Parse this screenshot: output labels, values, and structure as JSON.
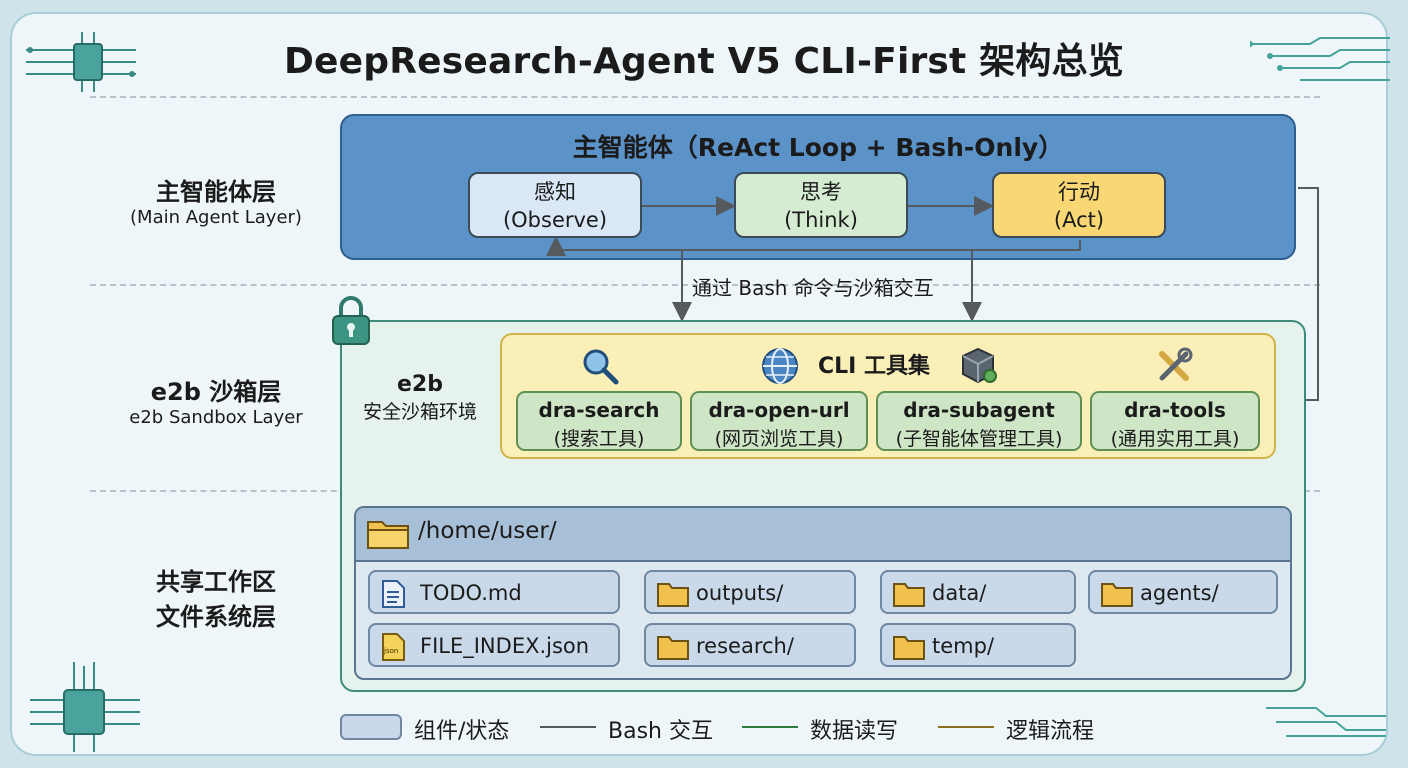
{
  "title": "DeepResearch-Agent V5 CLI-First 架构总览",
  "layers": {
    "main": {
      "zh": "主智能体层",
      "en": "(Main Agent Layer)"
    },
    "sandbox": {
      "zh": "e2b 沙箱层",
      "en": "e2b Sandbox Layer"
    },
    "fs": {
      "zh1": "共享工作区",
      "zh2": "文件系统层"
    }
  },
  "agent": {
    "title": "主智能体（ReAct Loop + Bash-Only）",
    "steps": [
      {
        "zh": "感知",
        "en": "(Observe)",
        "color": "#d9e7f6"
      },
      {
        "zh": "思考",
        "en": "(Think)",
        "color": "#d6ecd2"
      },
      {
        "zh": "行动",
        "en": "(Act)",
        "color": "#f8d774"
      }
    ]
  },
  "bash_note": "通过 Bash 命令与沙箱交互",
  "sandbox": {
    "label1": "e2b",
    "label2": "安全沙箱环境"
  },
  "cli": {
    "title": "CLI 工具集",
    "tools": [
      {
        "name": "dra-search",
        "desc": "(搜索工具)",
        "icon": "magnifier-icon"
      },
      {
        "name": "dra-open-url",
        "desc": "(网页浏览工具)",
        "icon": "globe-icon"
      },
      {
        "name": "dra-subagent",
        "desc": "(子智能体管理工具)",
        "icon": "cube-gear-icon"
      },
      {
        "name": "dra-tools",
        "desc": "(通用实用工具)",
        "icon": "wrench-icon"
      }
    ]
  },
  "fs": {
    "root": "/home/user/",
    "files": [
      {
        "name": "TODO.md",
        "icon": "document-icon"
      },
      {
        "name": "outputs/",
        "icon": "folder-icon"
      },
      {
        "name": "data/",
        "icon": "folder-icon"
      },
      {
        "name": "agents/",
        "icon": "folder-icon"
      },
      {
        "name": "FILE_INDEX.json",
        "icon": "json-file-icon"
      },
      {
        "name": "research/",
        "icon": "folder-icon"
      },
      {
        "name": "temp/",
        "icon": "folder-icon"
      }
    ]
  },
  "legend": {
    "component": "组件/状态",
    "bash": "Bash 交互",
    "data_rw": "数据读写",
    "logic": "逻辑流程"
  },
  "colors": {
    "bash": "#555a5e",
    "data": "#2f7a3d",
    "logic": "#8a6d1f",
    "agent": "#5b92c8",
    "sandbox": "#e6f3ec",
    "cli": "#fbefb8"
  }
}
